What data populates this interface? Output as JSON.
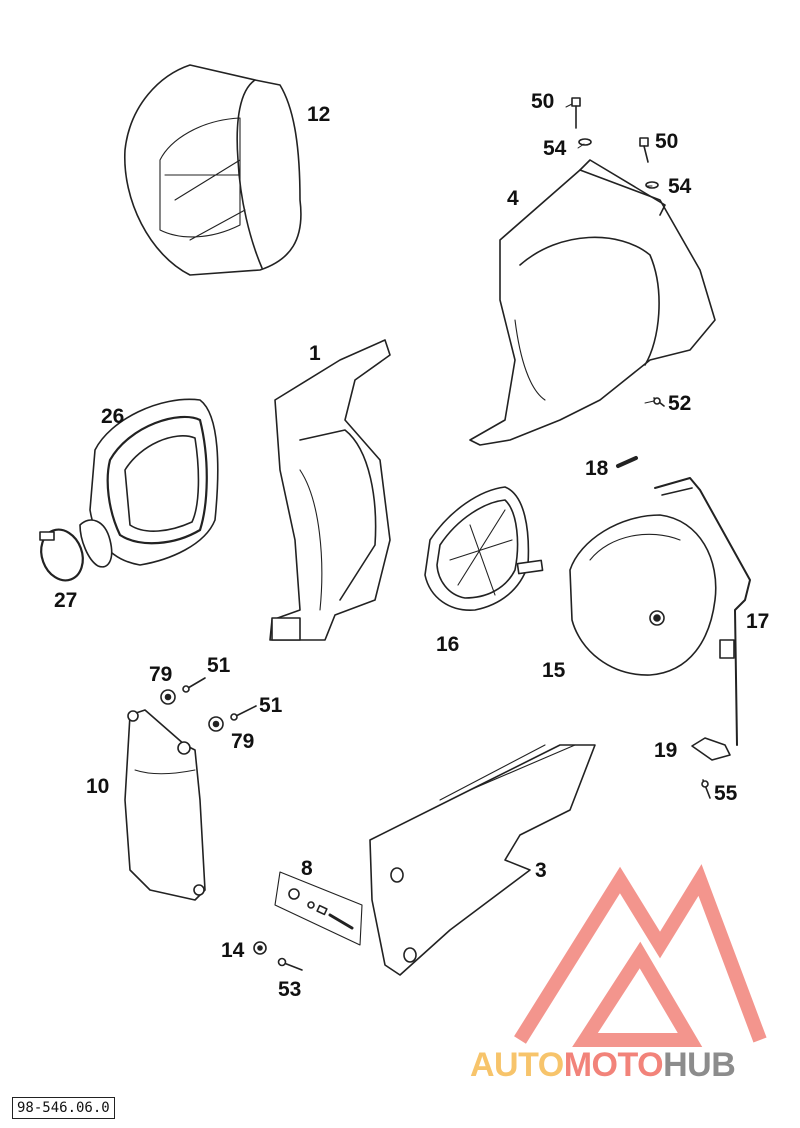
{
  "diagram": {
    "callouts": [
      {
        "id": "c12",
        "text": "12"
      },
      {
        "id": "c50a",
        "text": "50"
      },
      {
        "id": "c54a",
        "text": "54"
      },
      {
        "id": "c50b",
        "text": "50"
      },
      {
        "id": "c54b",
        "text": "54"
      },
      {
        "id": "c4",
        "text": "4"
      },
      {
        "id": "c1",
        "text": "1"
      },
      {
        "id": "c26",
        "text": "26"
      },
      {
        "id": "c52",
        "text": "52"
      },
      {
        "id": "c18",
        "text": "18"
      },
      {
        "id": "c27",
        "text": "27"
      },
      {
        "id": "c16",
        "text": "16"
      },
      {
        "id": "c17",
        "text": "17"
      },
      {
        "id": "c15",
        "text": "15"
      },
      {
        "id": "c79a",
        "text": "79"
      },
      {
        "id": "c51a",
        "text": "51"
      },
      {
        "id": "c51b",
        "text": "51"
      },
      {
        "id": "c79b",
        "text": "79"
      },
      {
        "id": "c19",
        "text": "19"
      },
      {
        "id": "c10",
        "text": "10"
      },
      {
        "id": "c55",
        "text": "55"
      },
      {
        "id": "c8",
        "text": "8"
      },
      {
        "id": "c3",
        "text": "3"
      },
      {
        "id": "c14",
        "text": "14"
      },
      {
        "id": "c53",
        "text": "53"
      }
    ],
    "document_number": "98-546.06.0"
  },
  "watermark": {
    "words": [
      "AUTO",
      "MOTO",
      "HUB"
    ],
    "colors": {
      "auto": "#f7c46b",
      "moto": "#f2837a",
      "hub": "#8c8c8c",
      "logo": "#f2837a"
    }
  }
}
